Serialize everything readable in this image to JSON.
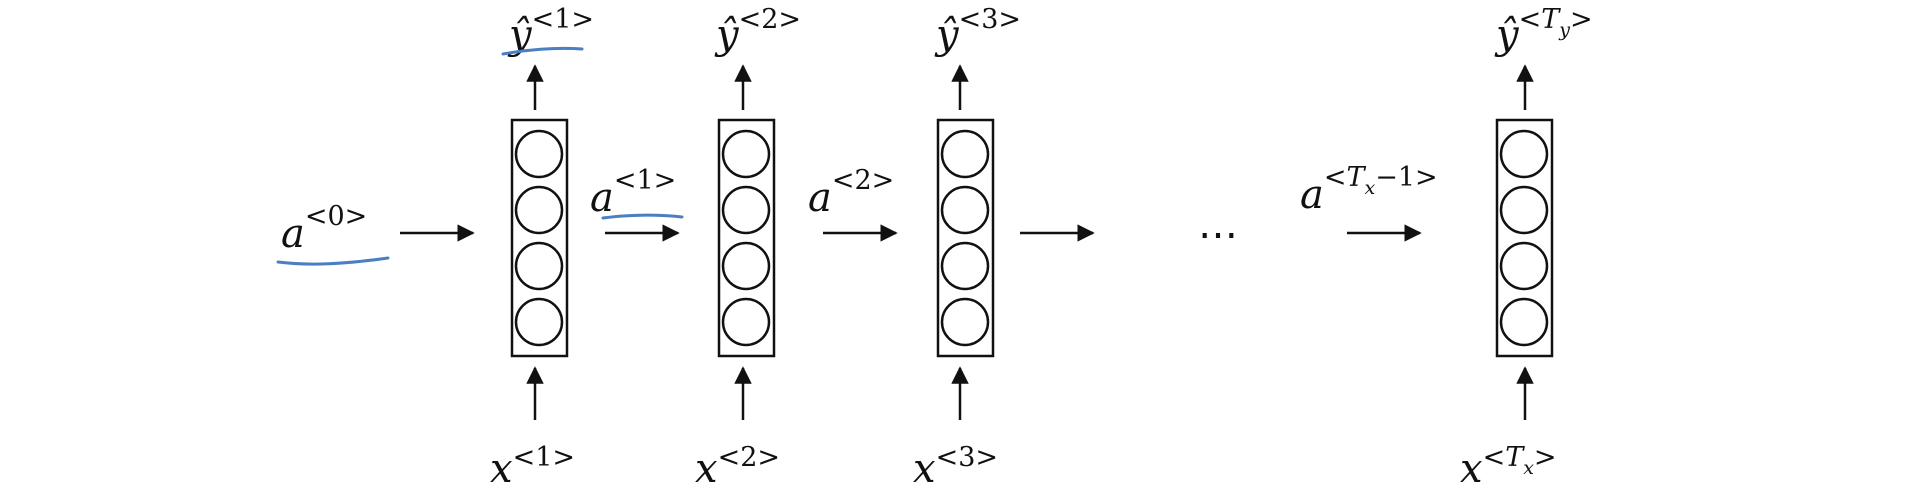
{
  "colors": {
    "ink": "#111111",
    "annotation": "#4a7fc1",
    "background": "#ffffff"
  },
  "symbols": {
    "a": "a",
    "x": "x",
    "y_hat": "ŷ",
    "lt": "<",
    "gt": ">",
    "Tx": "T",
    "Tx_sub": "x",
    "Ty": "T",
    "Ty_sub": "y",
    "minus_one": "−1",
    "ellipsis": "⋯"
  },
  "timesteps": [
    {
      "index": "1",
      "output": "ŷ",
      "output_idx": "1",
      "input": "x",
      "input_idx": "1",
      "hidden_out": "a",
      "hidden_idx": "1"
    },
    {
      "index": "2",
      "output": "ŷ",
      "output_idx": "2",
      "input": "x",
      "input_idx": "2",
      "hidden_out": "a",
      "hidden_idx": "2"
    },
    {
      "index": "3",
      "output": "ŷ",
      "output_idx": "3",
      "input": "x",
      "input_idx": "3"
    }
  ],
  "initial_activation": {
    "symbol": "a",
    "index": "0"
  },
  "units_per_cell": 4,
  "underlined_labels": [
    "ŷ<1>",
    "a<1>",
    "a<0>"
  ]
}
